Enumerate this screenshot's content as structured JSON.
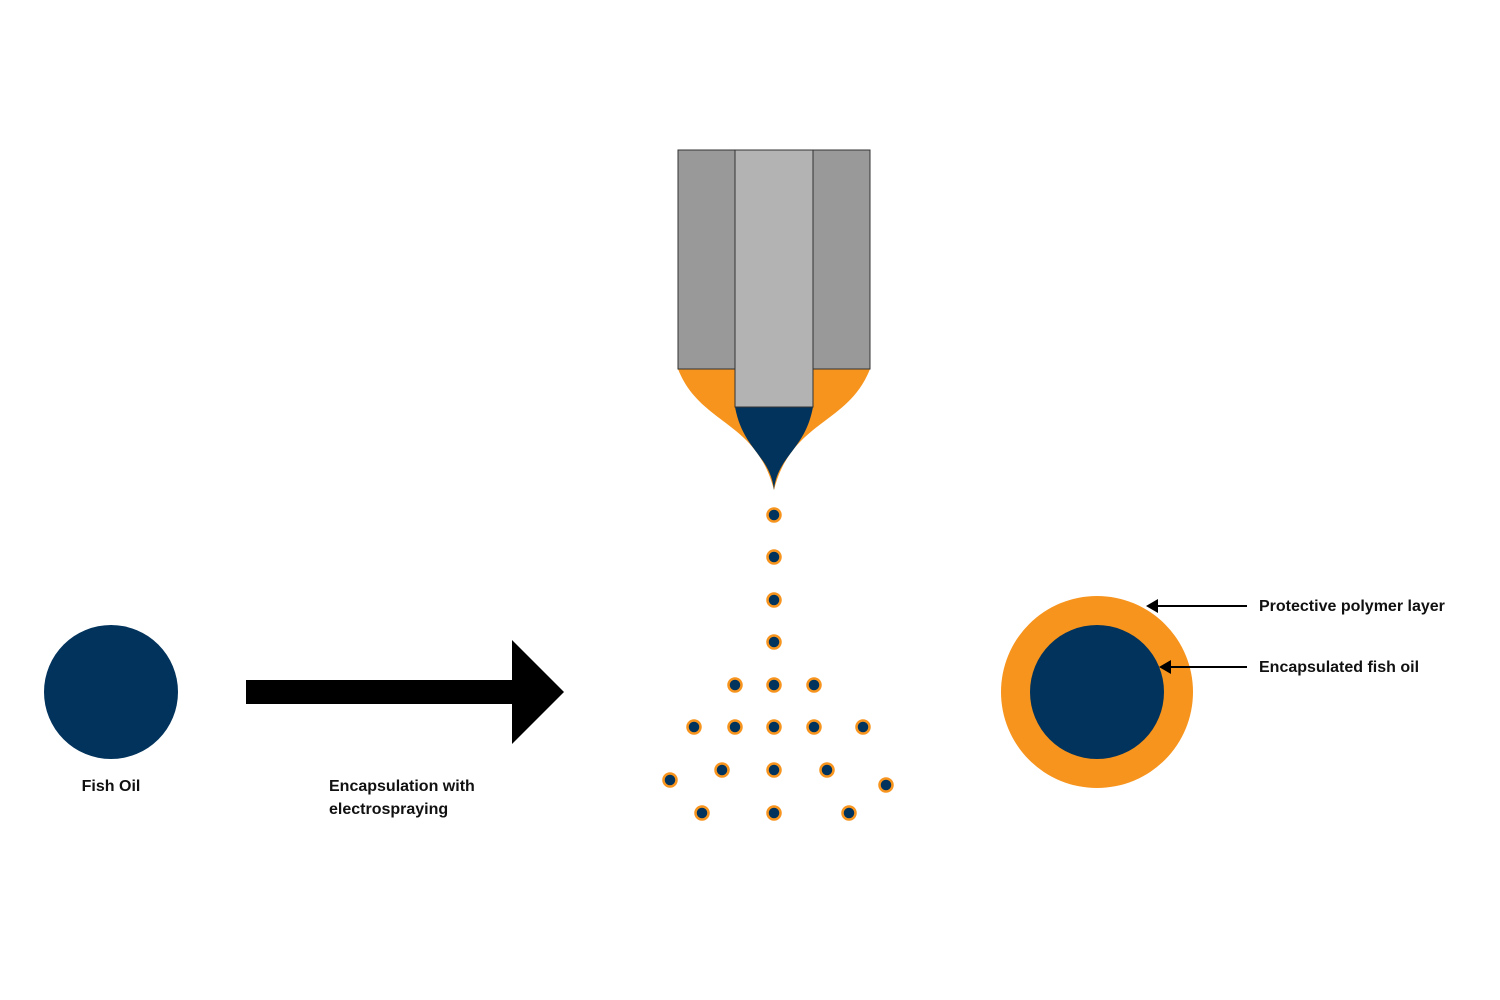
{
  "colors": {
    "oil": "#02335c",
    "polymer": "#f7941d",
    "nozzle_outer": "#999999",
    "nozzle_inner": "#b3b3b3",
    "outline": "#333333",
    "arrow": "#000000"
  },
  "labels": {
    "fish_oil": "Fish Oil",
    "process_line1": "Encapsulation with",
    "process_line2": "electrospraying",
    "polymer_layer": "Protective polymer layer",
    "encapsulated_oil": "Encapsulated fish oil"
  },
  "icons": {
    "process_arrow": "right-arrow-icon",
    "nozzle": "coaxial-nozzle-icon",
    "droplet": "core-shell-droplet-icon"
  },
  "droplet_count": 20
}
